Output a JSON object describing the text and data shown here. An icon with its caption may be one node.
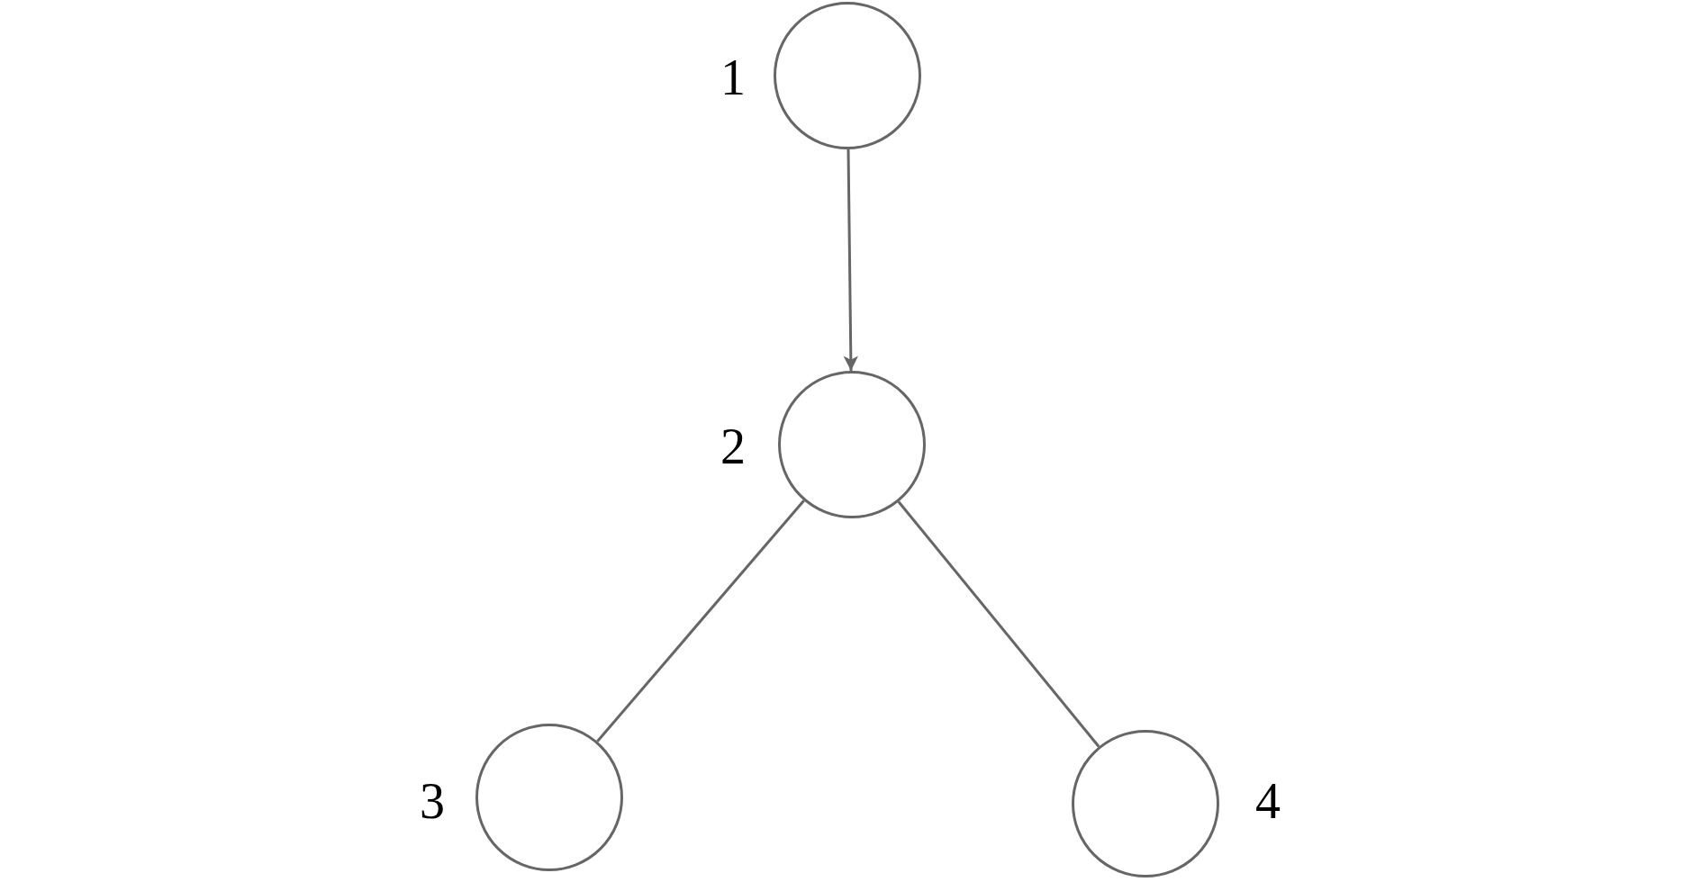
{
  "diagram": {
    "nodes": [
      {
        "text": [],
        "shape": "circle",
        "beside": [
          "1"
        ]
      },
      {
        "text": [],
        "shape": "circle",
        "beside": [
          "2"
        ]
      },
      {
        "text": [],
        "shape": "circle",
        "beside": [
          "3"
        ]
      },
      {
        "text": [],
        "shape": "circle",
        "beside": [
          "4"
        ]
      }
    ],
    "edges": [
      {
        "from": 0,
        "to": 1,
        "arrow": "to"
      },
      {
        "from": 1,
        "to": 2,
        "arrow": "none"
      },
      {
        "from": 1,
        "to": 3,
        "arrow": "none"
      }
    ]
  }
}
